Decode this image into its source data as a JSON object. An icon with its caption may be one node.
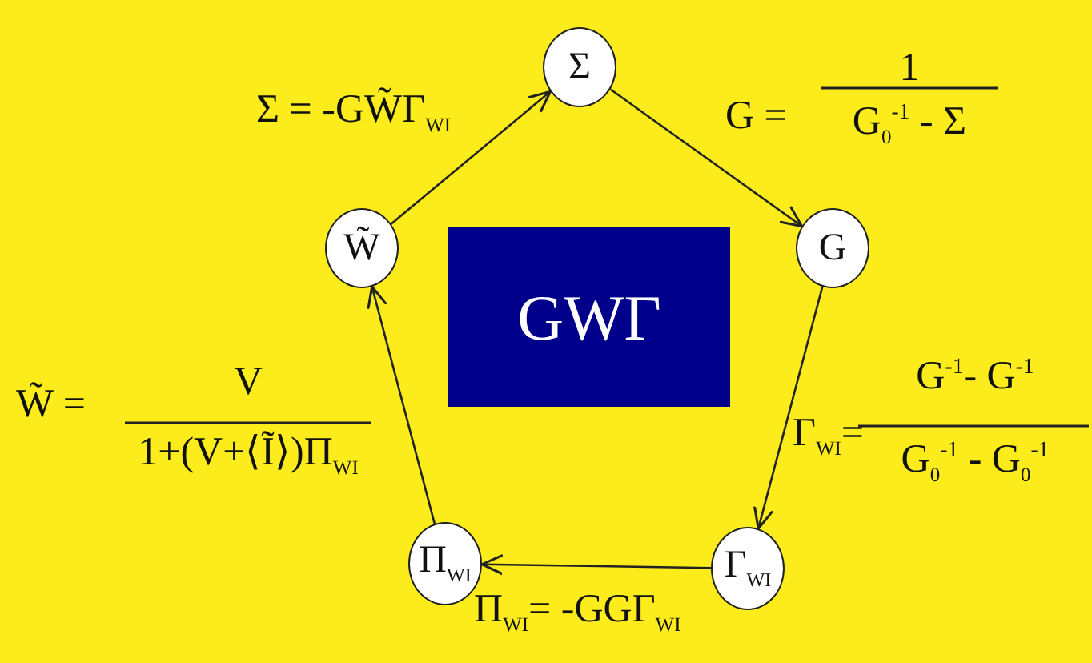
{
  "diagram": {
    "nodes": [
      {
        "text": [
          "Σ"
        ]
      },
      {
        "text": [
          "W̃"
        ]
      },
      {
        "text": [
          "GWΓ"
        ]
      },
      {
        "text": [
          "G"
        ]
      },
      {
        "text": [
          "Π$_{WI}$"
        ]
      },
      {
        "text": [
          "Γ$_{WI}$"
        ]
      }
    ],
    "edges": [
      {
        "from": 0,
        "to": 3,
        "arrow": "to"
      },
      {
        "from": 3,
        "to": 5,
        "arrow": "to"
      },
      {
        "from": 5,
        "to": 4,
        "arrow": "to"
      },
      {
        "from": 4,
        "to": 1,
        "arrow": "to"
      },
      {
        "from": 1,
        "to": 0,
        "arrow": "to"
      }
    ],
    "labels": [
      "Σ = -GW̃Γ$_{WI}$",
      "G =",
      "1",
      "G$_{0}$$^{-1}$ - Σ",
      "W̃ =",
      "V",
      "1+(V+⟨Ĩ⟩)Π$_{WI}$",
      "Γ$_{WI}$=",
      "G$^{-1}$- G$^{-1}$",
      "G$_{0}$$^{-1}$ - G$_{0}$$^{-1}$",
      "Π$_{WI}$= -GGΓ$_{WI}$"
    ]
  }
}
